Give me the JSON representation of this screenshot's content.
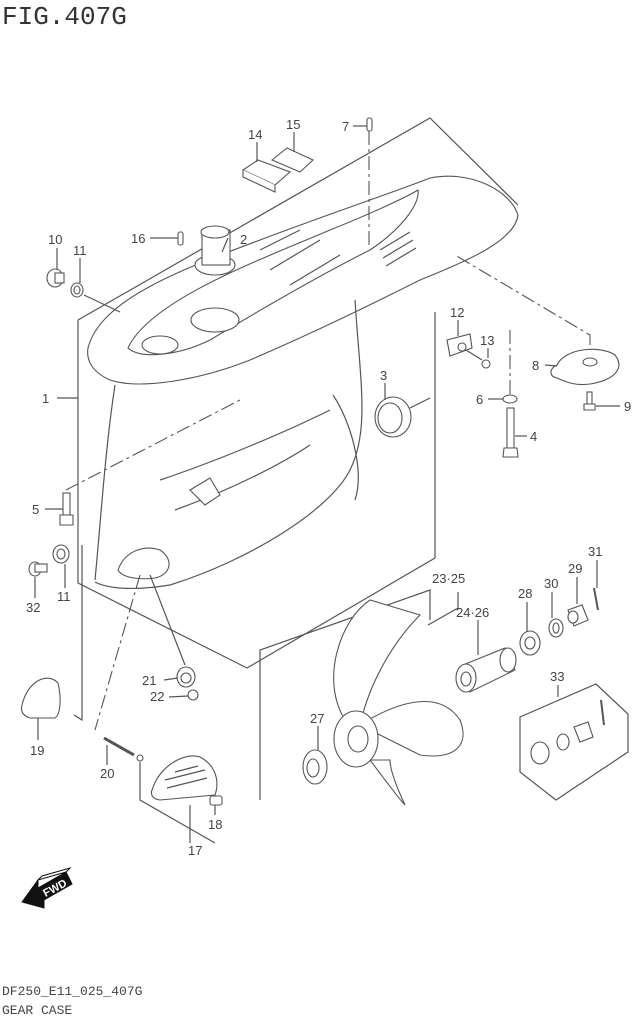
{
  "figure": {
    "title": "FIG.407G",
    "drawing_code": "DF250_E11_025_407G",
    "section_name": "GEAR CASE",
    "direction_badge": "FWD"
  },
  "callouts": {
    "c1": "1",
    "c2": "2",
    "c3": "3",
    "c4": "4",
    "c5": "5",
    "c6": "6",
    "c7": "7",
    "c8": "8",
    "c9": "9",
    "c10": "10",
    "c11a": "11",
    "c11b": "11",
    "c12": "12",
    "c13": "13",
    "c14": "14",
    "c15": "15",
    "c16": "16",
    "c17": "17",
    "c18": "18",
    "c19": "19",
    "c20": "20",
    "c21": "21",
    "c22": "22",
    "c23_25": "23·25",
    "c24_26": "24·26",
    "c27": "27",
    "c28": "28",
    "c29": "29",
    "c30": "30",
    "c31": "31",
    "c32": "32",
    "c33": "33"
  },
  "icons": {
    "fwd_arrow": "left-arrow-badge"
  }
}
